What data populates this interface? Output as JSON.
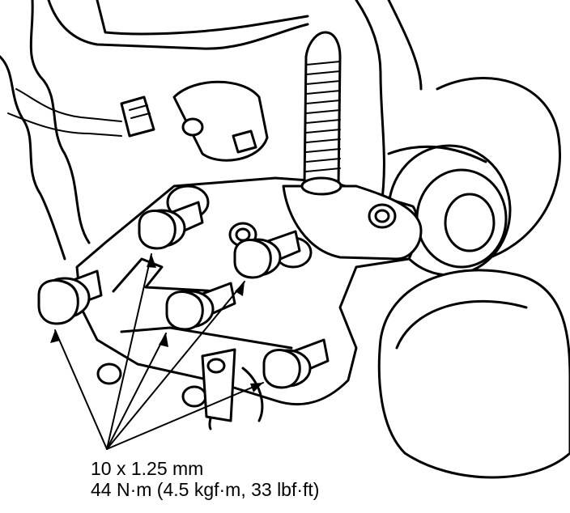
{
  "callout": {
    "bolt_size": "10 x 1.25 mm",
    "torque": "44 N·m (4.5 kgf·m, 33 lbf·ft)"
  },
  "colors": {
    "line": "#000000",
    "background": "#ffffff"
  },
  "bolt_count": 5
}
